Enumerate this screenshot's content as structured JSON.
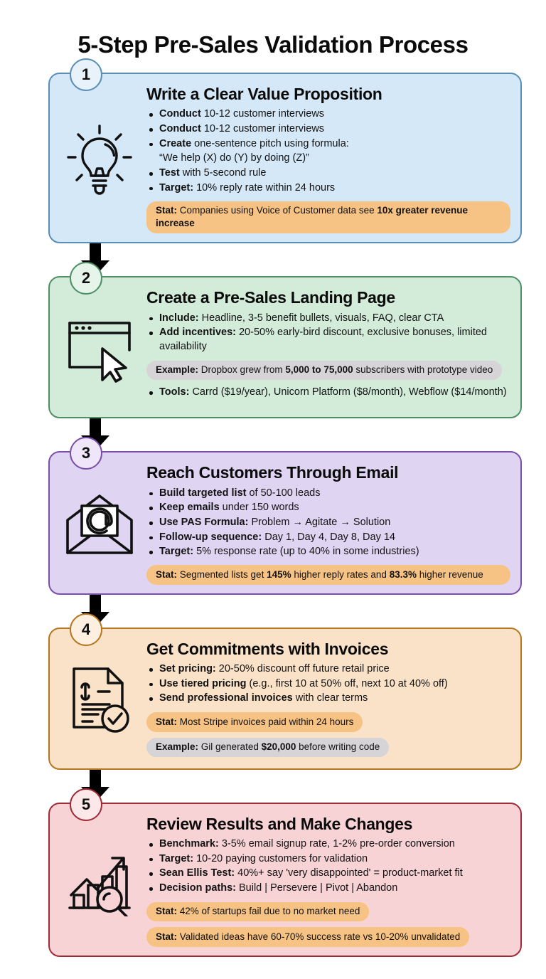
{
  "title": "5-Step Pre-Sales Validation Process",
  "arrow_icon": "down-arrow-icon",
  "steps": [
    {
      "number": "1",
      "icon": "lightbulb-icon",
      "title": "Write a Clear Value Proposition",
      "accent": "#5a8eb5",
      "background": "#d4e8f8",
      "bullets": [
        {
          "lead": "Conduct",
          "rest": " 10-12 customer interviews"
        },
        {
          "lead": "Conduct",
          "rest": " 10-12 customer interviews"
        },
        {
          "lead": "Create",
          "rest": " one-sentence pitch using formula:"
        },
        {
          "lead": "",
          "rest": "“We help (X) do (Y) by doing (Z)”",
          "continuation": true
        },
        {
          "lead": "Test",
          "rest": " with 5-second rule"
        },
        {
          "lead": "Target:",
          "rest": " 10% reply rate within 24 hours"
        }
      ],
      "callouts": [
        {
          "kind": "stat",
          "label": "Stat:",
          "text": " Companies using Voice of Customer data see ",
          "emphasis": "10x greater revenue increase",
          "tail": "",
          "full_width": true
        }
      ]
    },
    {
      "number": "2",
      "icon": "browser-window-cursor-icon",
      "title": "Create a Pre-Sales Landing Page",
      "accent": "#4f8f68",
      "background": "#d3ecd9",
      "bullets": [
        {
          "lead": "Include:",
          "rest": " Headline, 3-5 benefit bullets, visuals, FAQ, clear CTA"
        },
        {
          "lead": "Add incentives:",
          "rest": " 20-50% early-bird discount, exclusive bonuses, limited availability"
        }
      ],
      "callouts": [
        {
          "kind": "example",
          "label": "Example:",
          "text": " Dropbox grew from ",
          "emphasis": "5,000 to 75,000",
          "tail": " subscribers with prototype video",
          "full_width": false
        }
      ],
      "bullets_after": [
        {
          "lead": "Tools:",
          "rest": " Carrd ($19/year), Unicorn Platform ($8/month), Webflow ($14/month)"
        }
      ]
    },
    {
      "number": "3",
      "icon": "email-envelope-at-icon",
      "title": "Reach Customers Through Email",
      "accent": "#7b4fa8",
      "background": "#e0d4f3",
      "bullets": [
        {
          "lead": "Build targeted list",
          "rest": " of 50-100 leads"
        },
        {
          "lead": "Keep emails",
          "rest": " under 150 words"
        },
        {
          "lead": "Use PAS Formula:",
          "rest": " Problem → Agitate → Solution"
        },
        {
          "lead": "Follow-up sequence:",
          "rest": " Day 1, Day 4, Day 8, Day 14"
        },
        {
          "lead": "Target:",
          "rest": " 5% response rate (up to 40% in some industries)"
        }
      ],
      "callouts": [
        {
          "kind": "stat",
          "label": "Stat:",
          "text": " Segmented lists get ",
          "emphasis": "145%",
          "tail": " higher reply rates and ",
          "emphasis2": "83.3%",
          "tail2": " higher revenue",
          "full_width": true
        }
      ]
    },
    {
      "number": "4",
      "icon": "invoice-document-check-icon",
      "title": "Get Commitments with Invoices",
      "accent": "#b5761f",
      "background": "#fae2c8",
      "bullets": [
        {
          "lead": "Set pricing:",
          "rest": " 20-50% discount off future retail price"
        },
        {
          "lead": "Use tiered pricing",
          "rest": " (e.g., first 10 at 50% off, next 10 at 40% off)"
        },
        {
          "lead": "Send professional invoices",
          "rest": " with clear terms"
        }
      ],
      "callouts": [
        {
          "kind": "stat",
          "label": "Stat:",
          "text": " Most Stripe invoices paid within 24 hours",
          "emphasis": "",
          "tail": "",
          "full_width": false
        },
        {
          "kind": "example",
          "label": "Example:",
          "text": " Gil generated ",
          "emphasis": "$20,000",
          "tail": " before writing code",
          "full_width": false
        }
      ]
    },
    {
      "number": "5",
      "icon": "bar-chart-growth-magnifier-icon",
      "title": "Review Results and Make Changes",
      "accent": "#9e2b35",
      "background": "#f8d3d5",
      "bullets": [
        {
          "lead": "Benchmark:",
          "rest": " 3-5% email signup rate, 1-2% pre-order conversion"
        },
        {
          "lead": "Target:",
          "rest": " 10-20 paying customers for validation"
        },
        {
          "lead": "Sean Ellis Test:",
          "rest": " 40%+ say 'very disappointed' = product-market fit"
        },
        {
          "lead": "Decision paths:",
          "rest": " Build | Persevere | Pivot | Abandon"
        }
      ],
      "callouts": [
        {
          "kind": "stat",
          "label": "Stat:",
          "text": " 42% of startups fail due to no market need",
          "emphasis": "",
          "tail": "",
          "full_width": false
        },
        {
          "kind": "stat",
          "label": "Stat:",
          "text": " Validated ideas have 60-70% success rate vs 10-20% unvalidated",
          "emphasis": "",
          "tail": "",
          "full_width": false
        }
      ]
    }
  ]
}
